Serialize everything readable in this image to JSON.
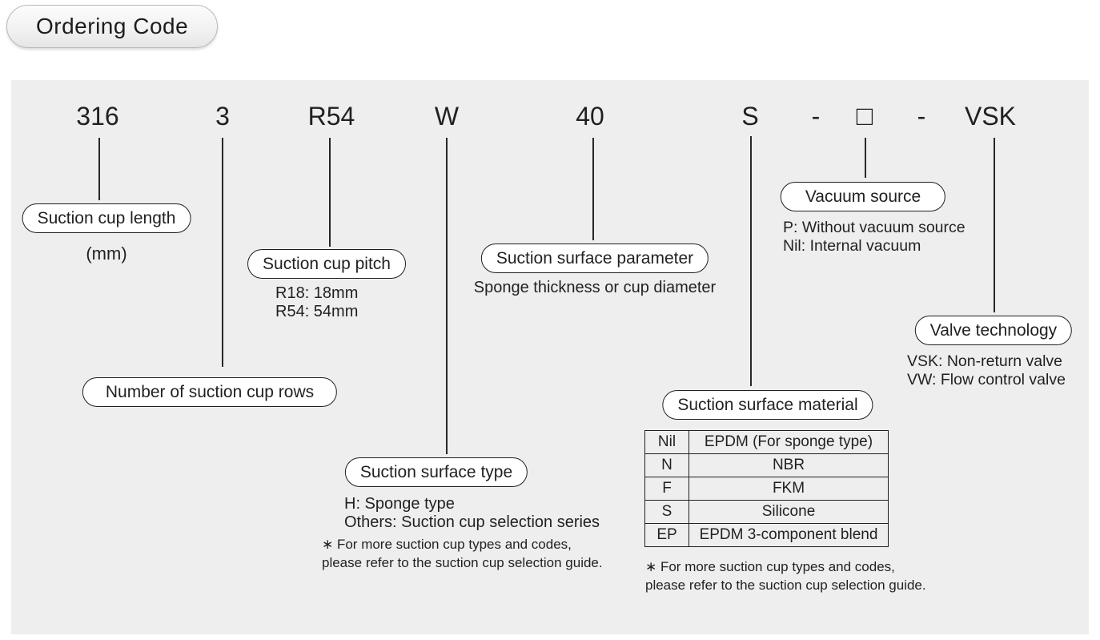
{
  "title": "Ordering Code",
  "code": {
    "parts": [
      "316",
      "3",
      "R54",
      "W",
      "40",
      "S",
      "-",
      "□",
      "-",
      "VSK"
    ]
  },
  "callouts": {
    "length": {
      "label": "Suction cup length",
      "unit": "(mm)"
    },
    "rows": {
      "label": "Number of suction cup rows"
    },
    "pitch": {
      "label": "Suction cup pitch",
      "lines": [
        "R18: 18mm",
        "R54: 54mm"
      ]
    },
    "surface_type": {
      "label": "Suction surface type",
      "lines": [
        "H: Sponge type",
        "Others: Suction cup selection series"
      ],
      "note": [
        "∗ For more suction cup types and codes,",
        "please refer to the suction cup selection guide."
      ]
    },
    "surface_parameter": {
      "label": "Suction surface parameter",
      "description": "Sponge thickness or cup diameter"
    },
    "material": {
      "label": "Suction surface material",
      "table": [
        {
          "code": "Nil",
          "name": "EPDM (For sponge type)"
        },
        {
          "code": "N",
          "name": "NBR"
        },
        {
          "code": "F",
          "name": "FKM"
        },
        {
          "code": "S",
          "name": "Silicone"
        },
        {
          "code": "EP",
          "name": "EPDM 3-component blend"
        }
      ],
      "note": [
        "∗ For more suction cup types and codes,",
        "please refer to the suction cup selection guide."
      ]
    },
    "vacuum_source": {
      "label": "Vacuum source",
      "lines": [
        "P: Without vacuum source",
        "Nil: Internal vacuum"
      ]
    },
    "valve": {
      "label": "Valve technology",
      "lines": [
        "VSK: Non-return valve",
        "VW: Flow control valve"
      ]
    }
  },
  "colors": {
    "text": "#231f20",
    "panel_bg": "#eeeeee",
    "pill_bg": "#ffffff",
    "pill_border": "#231f20"
  }
}
